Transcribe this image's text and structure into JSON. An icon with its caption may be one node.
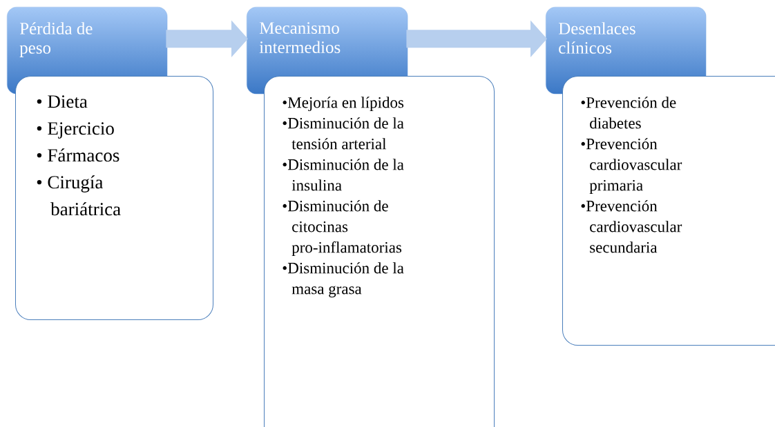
{
  "diagram": {
    "nodes": [
      {
        "text": [
          "Pérdida de peso"
        ]
      },
      {
        "text": [
          "• Dieta",
          "• Ejercicio",
          "• Fármacos",
          "• Cirugía bariátrica"
        ]
      },
      {
        "text": [
          "Mecanismo intermedios"
        ]
      },
      {
        "text": [
          "•Mejoría en lípidos",
          "•Disminución de la tensión arterial",
          "•Disminución de la insulina",
          "•Disminución de citocinas pro-inflamatorias",
          "•Disminución de la masa grasa"
        ]
      },
      {
        "text": [
          "Desenlaces clínicos"
        ]
      },
      {
        "text": [
          "•Prevención de diabetes",
          "•Prevención cardiovascular primaria",
          "•Prevención cardiovascular secundaria"
        ]
      }
    ],
    "edges": [
      {
        "from": 0,
        "to": 2,
        "arrow": "to"
      },
      {
        "from": 2,
        "to": 4,
        "arrow": "to"
      }
    ]
  }
}
